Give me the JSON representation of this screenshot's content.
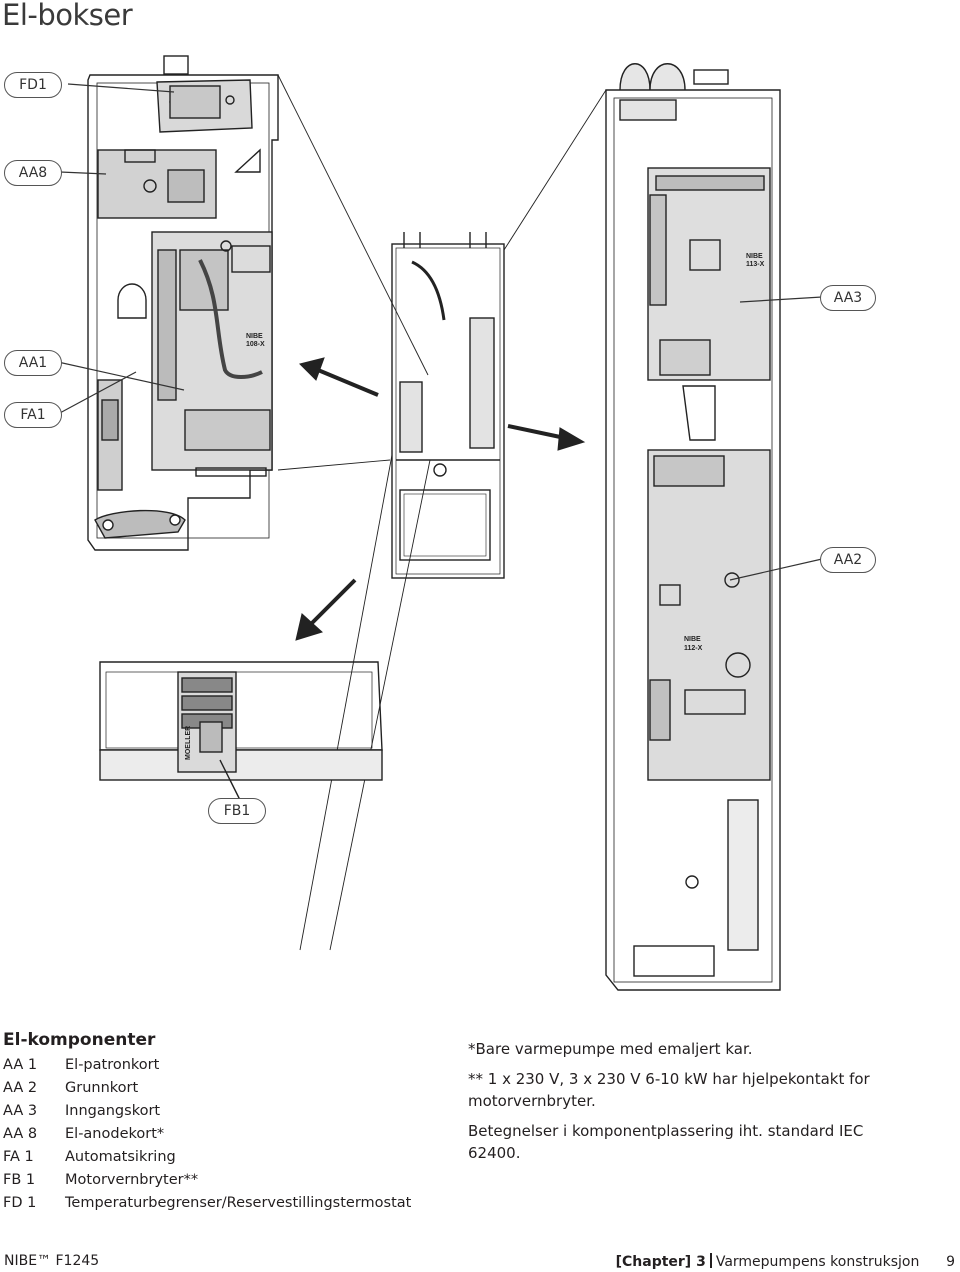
{
  "page": {
    "title": "El-bokser"
  },
  "callouts": {
    "fd1": "FD1",
    "aa8": "AA8",
    "aa1": "AA1",
    "fa1": "FA1",
    "aa3": "AA3",
    "aa2": "AA2",
    "fb1": "FB1"
  },
  "board_labels": {
    "b108": [
      "NIBE",
      "108-X"
    ],
    "b113": [
      "NIBE",
      "113-X"
    ],
    "b112": [
      "NIBE",
      "112-X"
    ],
    "moeller": "MOELLER"
  },
  "components": {
    "heading": "El-komponenter",
    "items": [
      {
        "code": "AA 1",
        "name": "El-patronkort"
      },
      {
        "code": "AA 2",
        "name": "Grunnkort"
      },
      {
        "code": "AA 3",
        "name": "Inngangskort"
      },
      {
        "code": "AA 8",
        "name": "El-anodekort*"
      },
      {
        "code": "FA 1",
        "name": "Automatsikring"
      },
      {
        "code": "FB 1",
        "name": "Motorvernbryter**"
      },
      {
        "code": "FD 1",
        "name": "Temperaturbegrenser/Reservestillingstermostat"
      }
    ]
  },
  "notes": {
    "note1": "*Bare varmepumpe med emaljert kar.",
    "note2": "** 1 x 230 V, 3 x 230 V 6-10 kW har hjelpekontakt for motorvernbryter.",
    "note3": "Betegnelser i komponentplassering iht. standard IEC 62400."
  },
  "footer": {
    "brand": "NIBE™ F1245",
    "chapter": "[Chapter] 3",
    "section": "Varmepumpens konstruksjon",
    "page_number": "9"
  }
}
